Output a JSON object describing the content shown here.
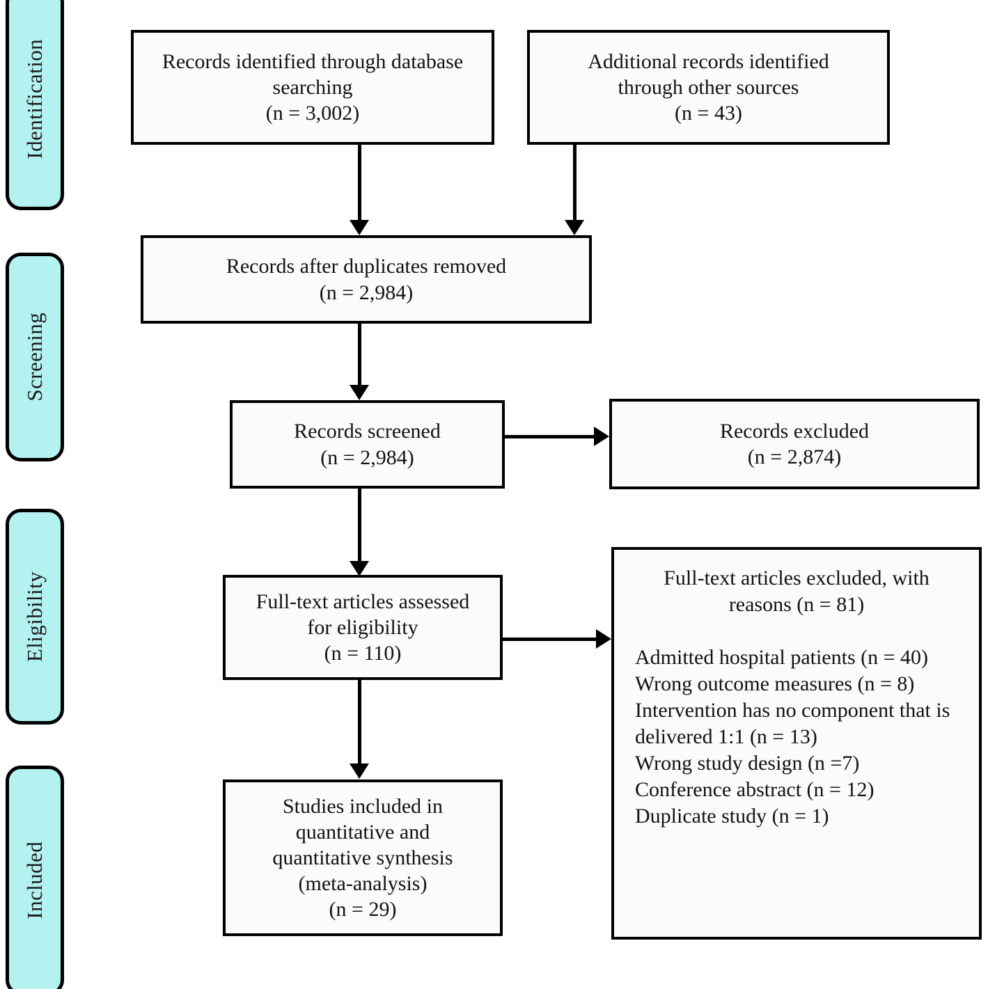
{
  "diagram": {
    "type": "prisma-flow-diagram",
    "stages": [
      {
        "id": "identification",
        "label": "Identification"
      },
      {
        "id": "screening",
        "label": "Screening"
      },
      {
        "id": "eligibility",
        "label": "Eligibility"
      },
      {
        "id": "included",
        "label": "Included"
      }
    ],
    "boxes": {
      "database_records": {
        "line1": "Records identified through database",
        "line2": "searching",
        "line3": "(n = 3,002)"
      },
      "other_records": {
        "line1": "Additional records identified",
        "line2": "through other sources",
        "line3": "(n = 43)"
      },
      "duplicates_removed": {
        "line1": "Records after duplicates removed",
        "line2": "(n = 2,984)"
      },
      "records_screened": {
        "line1": "Records screened",
        "line2": "(n = 2,984)"
      },
      "records_excluded": {
        "line1": "Records excluded",
        "line2": "(n = 2,874)"
      },
      "fulltext_assessed": {
        "line1": "Full-text articles assessed",
        "line2": "for eligibility",
        "line3": "(n = 110)"
      },
      "fulltext_excluded": {
        "head_line1": "Full-text articles excluded, with",
        "head_line2": "reasons (n = 81)",
        "reasons": [
          "Admitted hospital patients (n = 40)",
          "Wrong outcome measures (n = 8)",
          "Intervention has no component that is delivered 1:1 (n = 13)",
          "Wrong study design (n =7)",
          "Conference abstract (n = 12)",
          "Duplicate study (n = 1)"
        ]
      },
      "studies_included": {
        "line1": "Studies included in",
        "line2": "quantitative and",
        "line3": "quantitative synthesis",
        "line4": "(meta-analysis)",
        "line5": "(n = 29)"
      }
    },
    "colors": {
      "stage_fill": "#b3f2f0",
      "box_fill": "#fbfbfb",
      "stroke": "#000000"
    }
  }
}
